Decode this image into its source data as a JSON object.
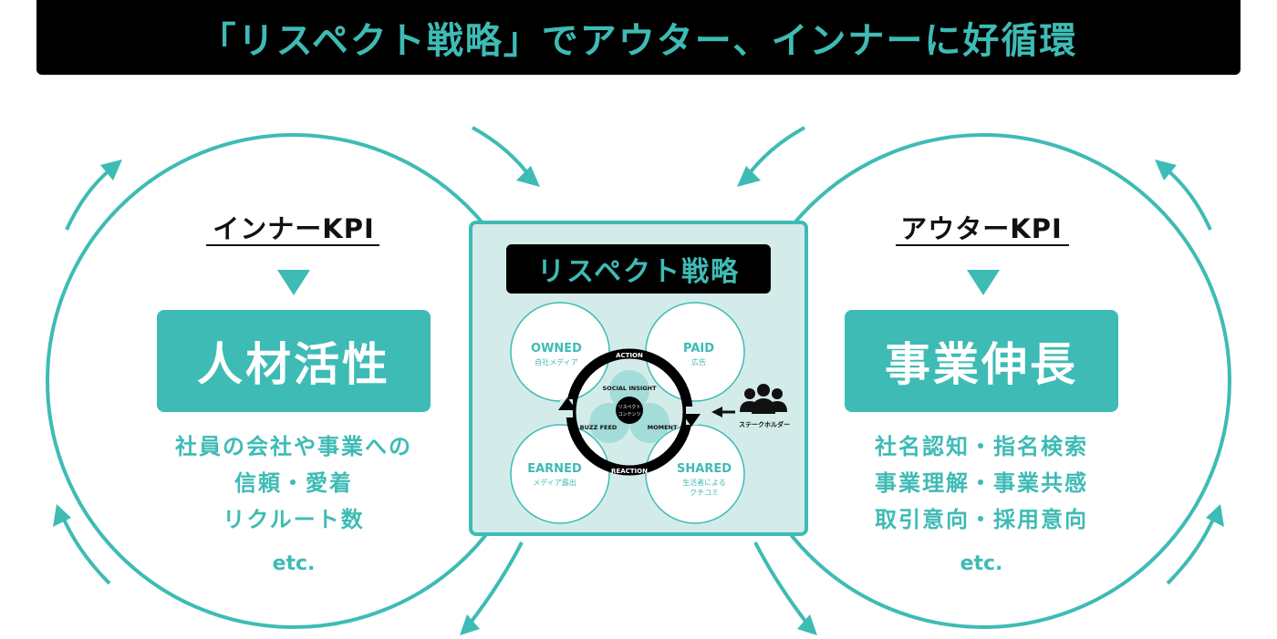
{
  "header": {
    "title": "「リスペクト戦略」でアウター、インナーに好循環"
  },
  "inner": {
    "kpi_title": "インナーKPI",
    "box_label": "人材活性",
    "lines": [
      "社員の会社や事業への",
      "信頼・愛着",
      "リクルート数"
    ],
    "etc": "etc."
  },
  "outer": {
    "kpi_title": "アウターKPI",
    "box_label": "事業伸長",
    "lines": [
      "社名認知・指名検索",
      "事業理解・事業共感",
      "取引意向・採用意向"
    ],
    "etc": "etc."
  },
  "strategy": {
    "title": "リスペクト戦略",
    "quadrants": [
      {
        "title": "OWNED",
        "sub": "自社メディア"
      },
      {
        "title": "PAID",
        "sub": "広告"
      },
      {
        "title": "EARNED",
        "sub": "メディア露出"
      },
      {
        "title": "SHARED",
        "sub": "生活者による",
        "sub2": "クチコミ"
      }
    ],
    "cycle_top": "ACTION",
    "cycle_bottom": "REACTION",
    "venn": [
      "SOCIAL INSIGHT",
      "BUZZ FEED",
      "MOMENT"
    ],
    "core_line1": "リスペクト",
    "core_line2": "コンテンツ",
    "stakeholder": "ステークホルダー"
  },
  "colors": {
    "teal": "#3ebbb5",
    "light_teal": "#d3ecea",
    "black": "#000000"
  },
  "icons": [
    "people-icon",
    "arrow-left-icon",
    "triangle-down-icon",
    "cycle-arrow-icon"
  ]
}
